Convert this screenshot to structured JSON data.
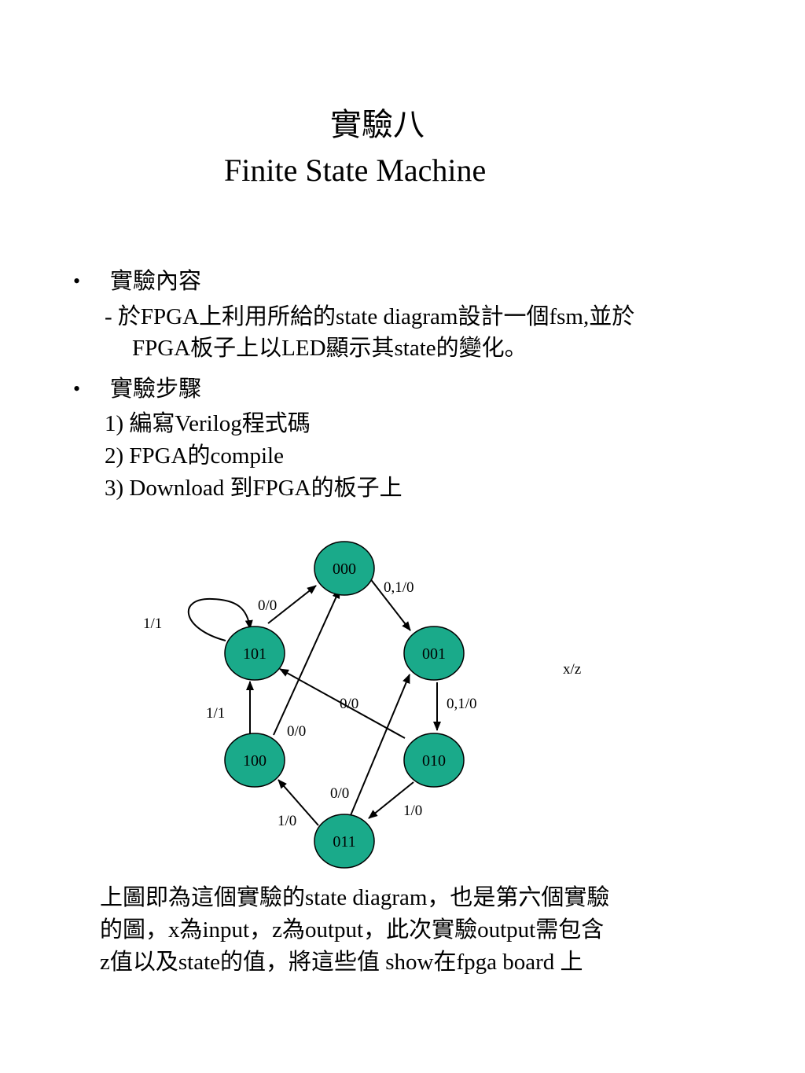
{
  "title": {
    "line1": "實驗八",
    "line2": "Finite State Machine"
  },
  "content": {
    "heading": "實驗內容",
    "line1": "-  於FPGA上利用所給的state diagram設計一個fsm,並於",
    "line2": "FPGA板子上以LED顯示其state的變化。"
  },
  "steps": {
    "heading": "實驗步驟",
    "items": [
      "1) 編寫Verilog程式碼",
      "2) FPGA的compile",
      "3) Download 到FPGA的板子上"
    ]
  },
  "diagram": {
    "nodes": {
      "n000": "000",
      "n001": "001",
      "n010": "010",
      "n011": "011",
      "n100": "100",
      "n101": "101"
    },
    "edges": {
      "e000_001": "0,1/0",
      "e001_010": "0,1/0",
      "e010_011": "1/0",
      "e010_101": "0/0",
      "e011_001": "0/0",
      "e011_100": "1/0",
      "e100_101": "1/1",
      "e100_000": "0/0",
      "e101_000": "0/0",
      "e101_self": "1/1"
    },
    "legend": "x/z",
    "node_color": "#1aaa8a"
  },
  "caption": {
    "line1": "上圖即為這個實驗的state diagram，也是第六個實驗",
    "line2": "的圖，x為input，z為output，此次實驗output需包含",
    "line3": "z值以及state的值，將這些值 show在fpga board 上"
  }
}
